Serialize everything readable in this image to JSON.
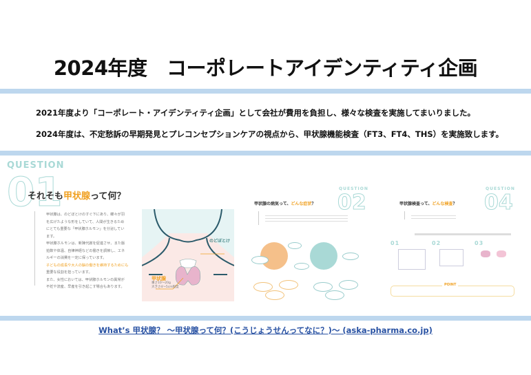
{
  "title": "2024年度　コーポレートアイデンティティ企画",
  "intro": {
    "line1": "2021年度より「コーポレート・アイデンティティ企画」として会社が費用を負担し、様々な検査を実施してまいりました。",
    "line2": "2024年度は、不定愁訴の早期発見とプレコンセプションケアの視点から、甲状腺機能検査（FT3、FT4、THS）を実施致します。"
  },
  "panel": {
    "q1": {
      "word": "QUESTION",
      "num": "01",
      "heading_pre": "それそも",
      "heading_hl": "甲状腺",
      "heading_post": "って何？",
      "body": [
        "甲状腺は、のどぼとけのすぐ下にあり、蝶々が羽",
        "を広げたような形をしていて、人間が生きるため",
        "にとても重要な「甲状腺ホルモン」を分泌してい",
        "ます。",
        "甲状腺ホルモンは、新陳代謝を促進させ、また脈",
        "拍数や体温、自律神経などの働きを調節し、エネ",
        "ルギーの消費を一定に保っています。",
        "子どもの成長や大人の脳の働きを維持するためにも",
        "重要な役割を担っています。",
        "また、女性においては、甲状腺ホルモンの異常が",
        "不妊や流産、早産を引き起こす場合もあります。"
      ],
      "label_adams": "のどぼとけ",
      "label_thyroid": "甲状腺",
      "thyroid_note1": "重さ10～20g",
      "thyroid_note2": "大きさ4～5cm程度"
    },
    "q2": {
      "word": "QUESTION",
      "num": "02",
      "heading_pre": "甲状腺の病気って、",
      "heading_hl": "どんな症状",
      "heading_post": "？"
    },
    "q4": {
      "word": "QUESTION",
      "num": "04",
      "heading_pre": "甲状腺検査って、",
      "heading_hl": "どんな検査",
      "heading_post": "？",
      "steps": [
        "01",
        "02",
        "03"
      ],
      "point": "POINT"
    }
  },
  "link": "What’s 甲状腺？ ～甲状腺って何？(こうじょうせんってなに？)～ (aska-pharma.co.jp)",
  "colors": {
    "band": "#bdd7ee",
    "accent": "#f0a020",
    "teal": "#a9d9d6",
    "link": "#2952a3"
  }
}
